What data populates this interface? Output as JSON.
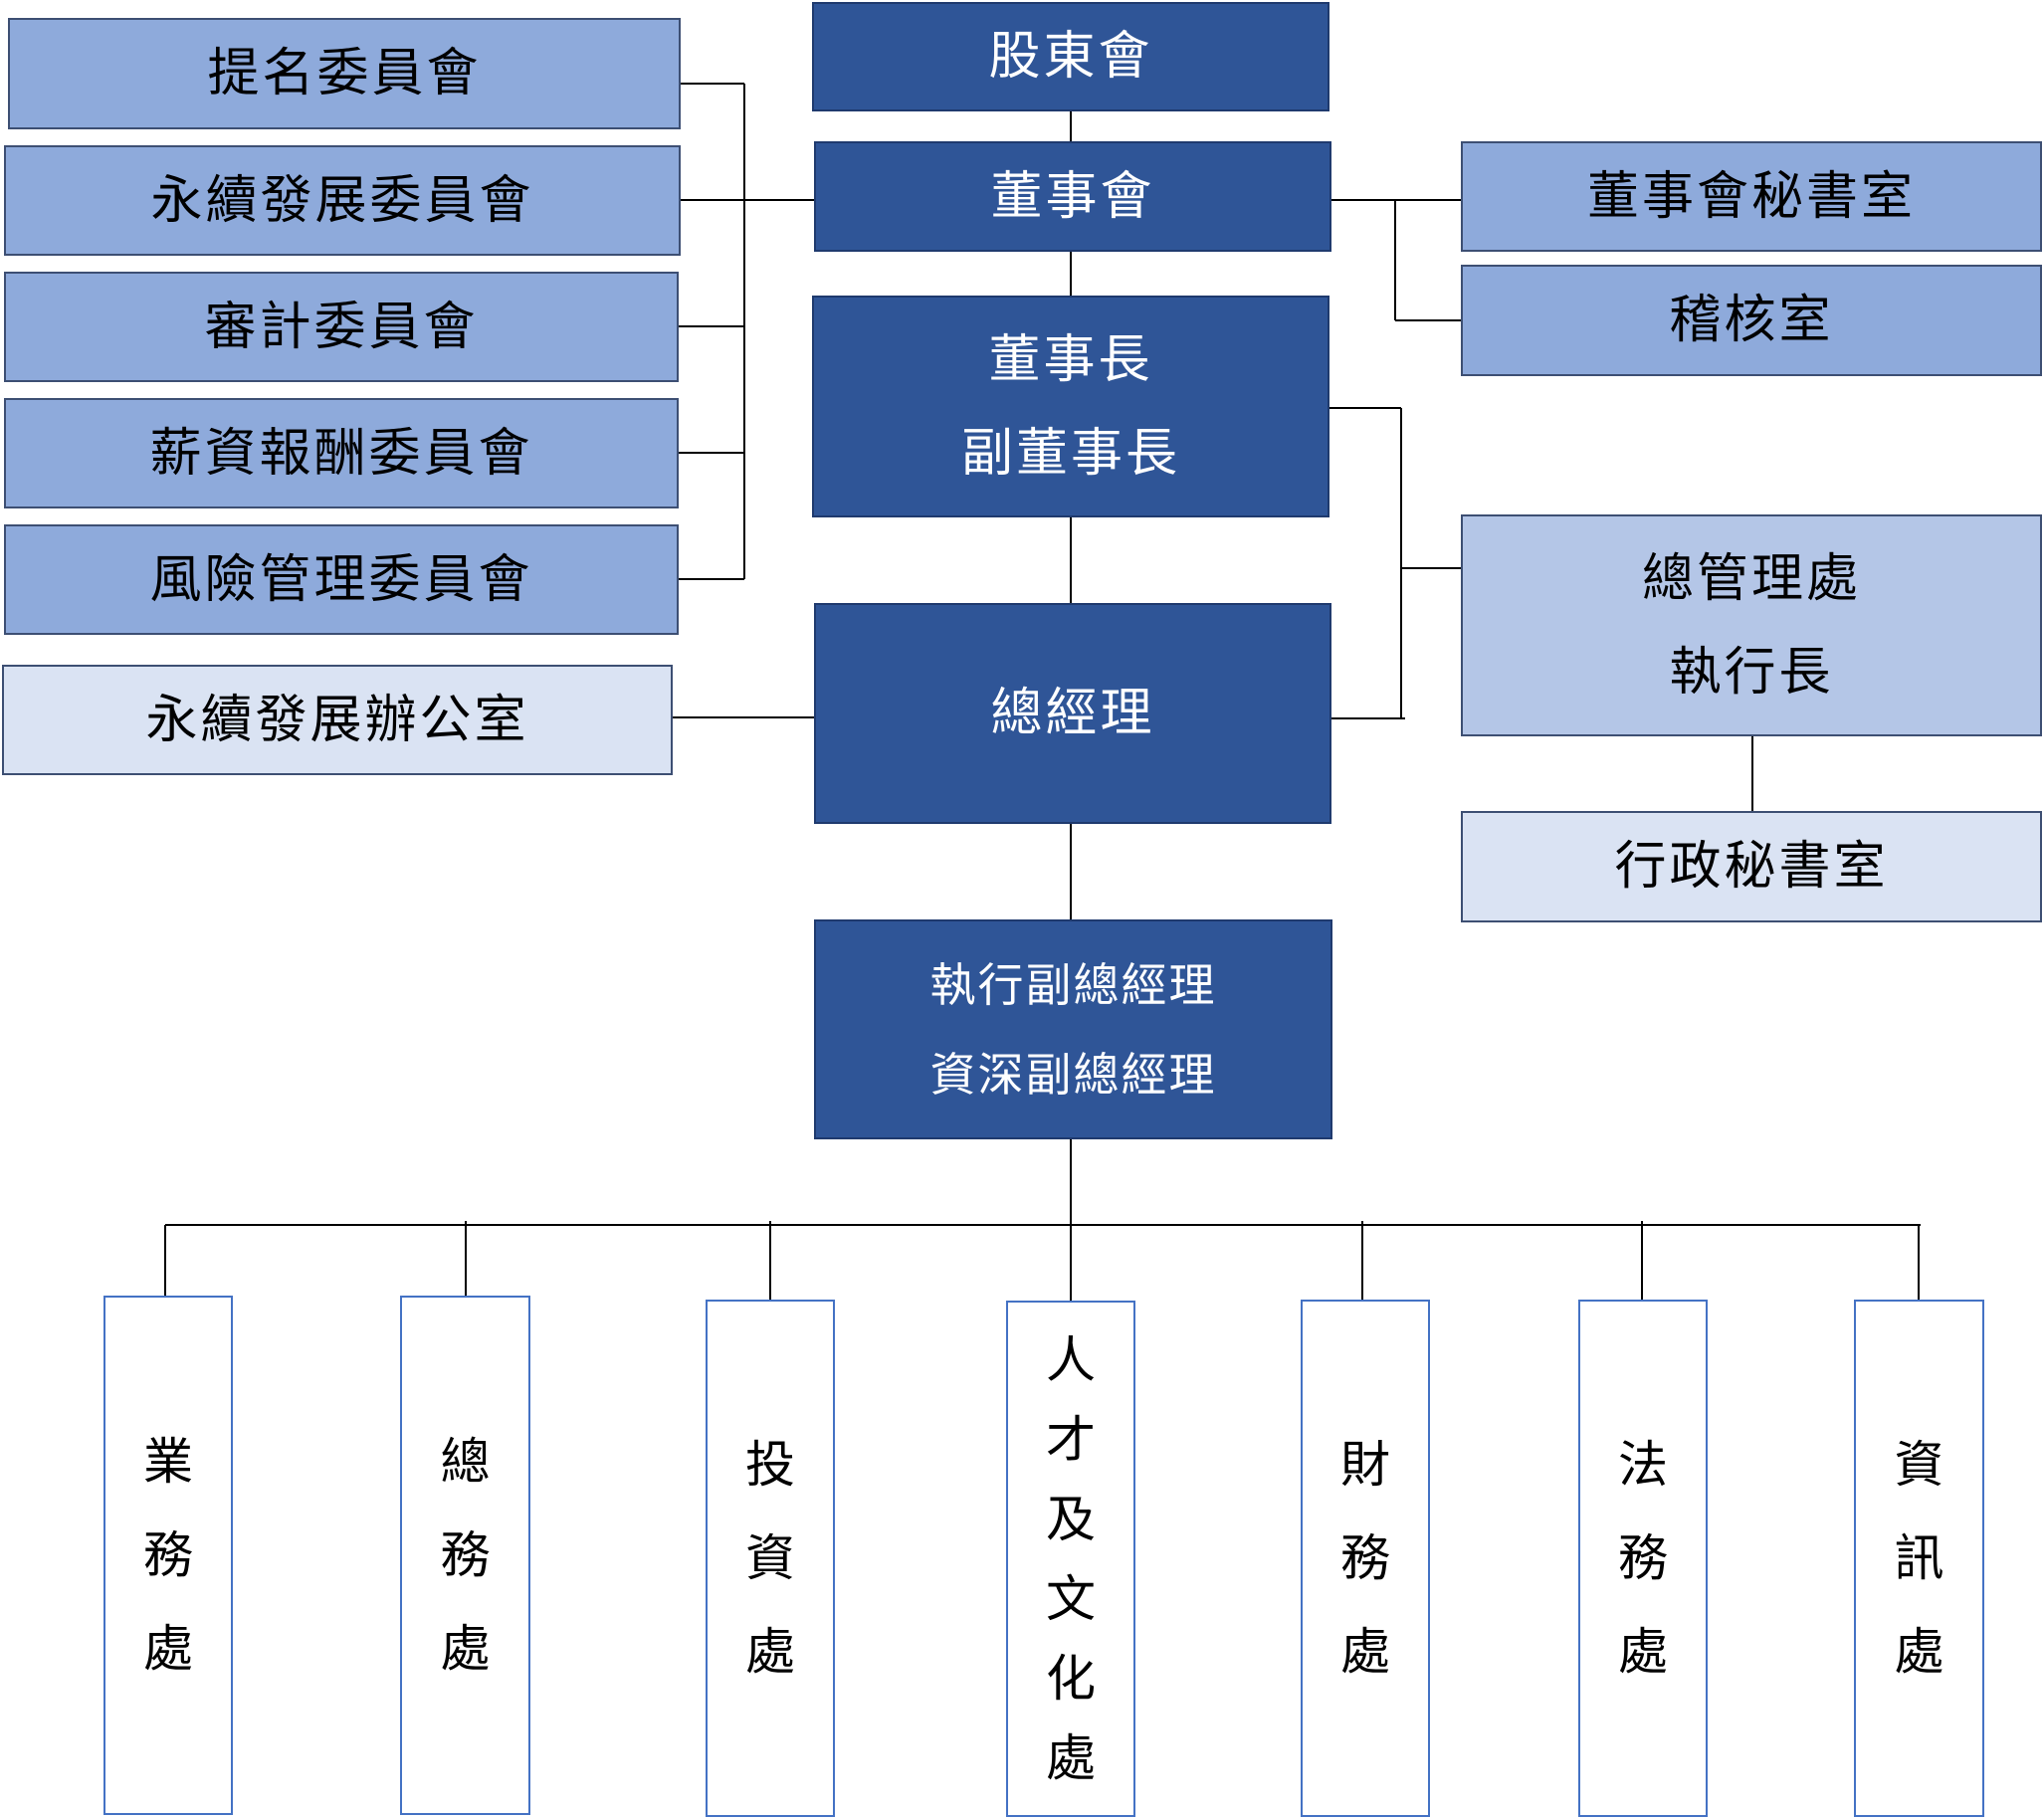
{
  "center": {
    "shareholders": "股東會",
    "board": "董事會",
    "chairman": [
      "董事長",
      "副董事長"
    ],
    "president": "總經理",
    "evp": [
      "執行副總經理",
      "資深副總經理"
    ]
  },
  "committees": [
    "提名委員會",
    "永續發展委員會",
    "審計委員會",
    "薪資報酬委員會",
    "風險管理委員會"
  ],
  "sustainability_office": "永續發展辦公室",
  "right": {
    "board_secretariat": "董事會秘書室",
    "audit_office": "稽核室",
    "general_management": [
      "總管理處",
      "執行長"
    ],
    "executive_secretariat": "行政秘書室"
  },
  "departments": [
    "業務處",
    "總務處",
    "投資處",
    "人才及文化處",
    "財務處",
    "法務處",
    "資訊處"
  ],
  "colors": {
    "dark": "#2f5597",
    "mid": "#8eaadb",
    "light": "#dae3f3",
    "dept_border": "#4472c4",
    "line": "#000000"
  }
}
